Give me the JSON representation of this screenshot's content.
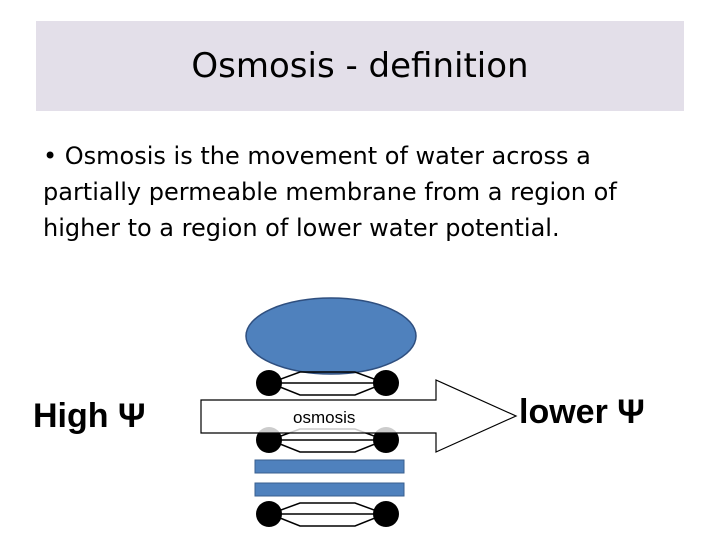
{
  "slide": {
    "title": "Osmosis - definition",
    "bullet": "• Osmosis is the movement of water across a partially permeable membrane from a region of higher to a region of lower water potential."
  },
  "diagram": {
    "high_label": "High Ψ",
    "arrow_label": "osmosis",
    "low_label": "lower Ψ"
  },
  "colors": {
    "title_bar": "#e3dfe9",
    "protein_blue": "#4f81bd",
    "phospholipid_head": "#000000"
  }
}
